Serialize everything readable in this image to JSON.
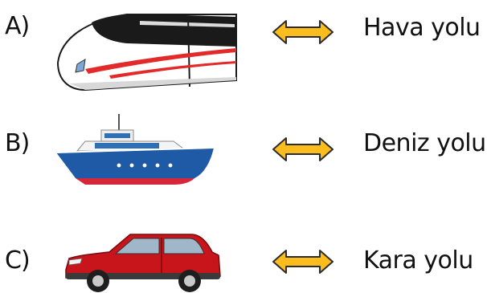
{
  "rows": [
    {
      "letter": "A)",
      "vehicle_icon": "high-speed-train-icon",
      "arrow_icon": "double-arrow-icon",
      "mode": "Hava yolu"
    },
    {
      "letter": "B)",
      "vehicle_icon": "ship-icon",
      "arrow_icon": "double-arrow-icon",
      "mode": "Deniz yolu"
    },
    {
      "letter": "C)",
      "vehicle_icon": "car-icon",
      "arrow_icon": "double-arrow-icon",
      "mode": "Kara yolu"
    }
  ],
  "colors": {
    "arrow_fill": "#FBBC1D",
    "arrow_stroke": "#2C2C2C",
    "train_stripe": "#E32A2A",
    "ship_hull": "#1F5AA6",
    "ship_hull_bottom": "#D6263A",
    "car_body": "#C8151B"
  }
}
